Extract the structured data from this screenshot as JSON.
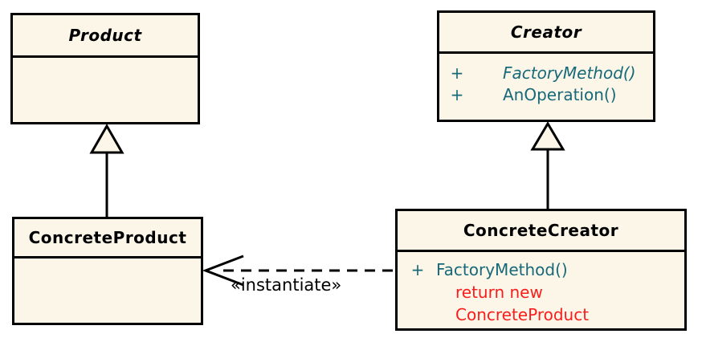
{
  "colors": {
    "canvas_bg": "#ffffff",
    "box_fill": "#fbf6e7",
    "box_border": "#000000",
    "title_text": "#000000",
    "method_text": "#17697a",
    "note_text": "#f91d1d",
    "connector": "#000000"
  },
  "classes": {
    "product": {
      "name": "Product"
    },
    "creator": {
      "name": "Creator",
      "methods": [
        {
          "visibility": "+",
          "signature": "FactoryMethod()"
        },
        {
          "visibility": "+",
          "signature": "AnOperation()"
        }
      ]
    },
    "concrete_product": {
      "name": "ConcreteProduct"
    },
    "concrete_creator": {
      "name": "ConcreteCreator",
      "methods": [
        {
          "visibility": "+",
          "signature": "FactoryMethod()"
        }
      ],
      "note_lines": [
        "return new",
        "ConcreteProduct"
      ]
    }
  },
  "relationships": {
    "instantiate_label": "«instantiate»"
  }
}
